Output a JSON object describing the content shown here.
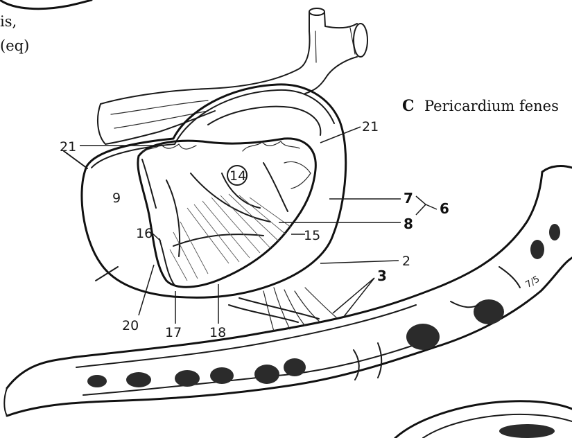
{
  "top_left_fragment": {
    "line1": "is,",
    "line2": "(eq)"
  },
  "caption": {
    "letter": "C",
    "text": "Pericardium fenes"
  },
  "labels": {
    "l21_left": "21",
    "l21_right": "21",
    "l14": "14",
    "l9": "9",
    "l16": "16",
    "l15": "15",
    "l7": "7",
    "l8": "8",
    "l6": "6",
    "l2": "2",
    "l3": "3",
    "l20": "20",
    "l17": "17",
    "l18": "18",
    "marginal_note": "7/5"
  }
}
